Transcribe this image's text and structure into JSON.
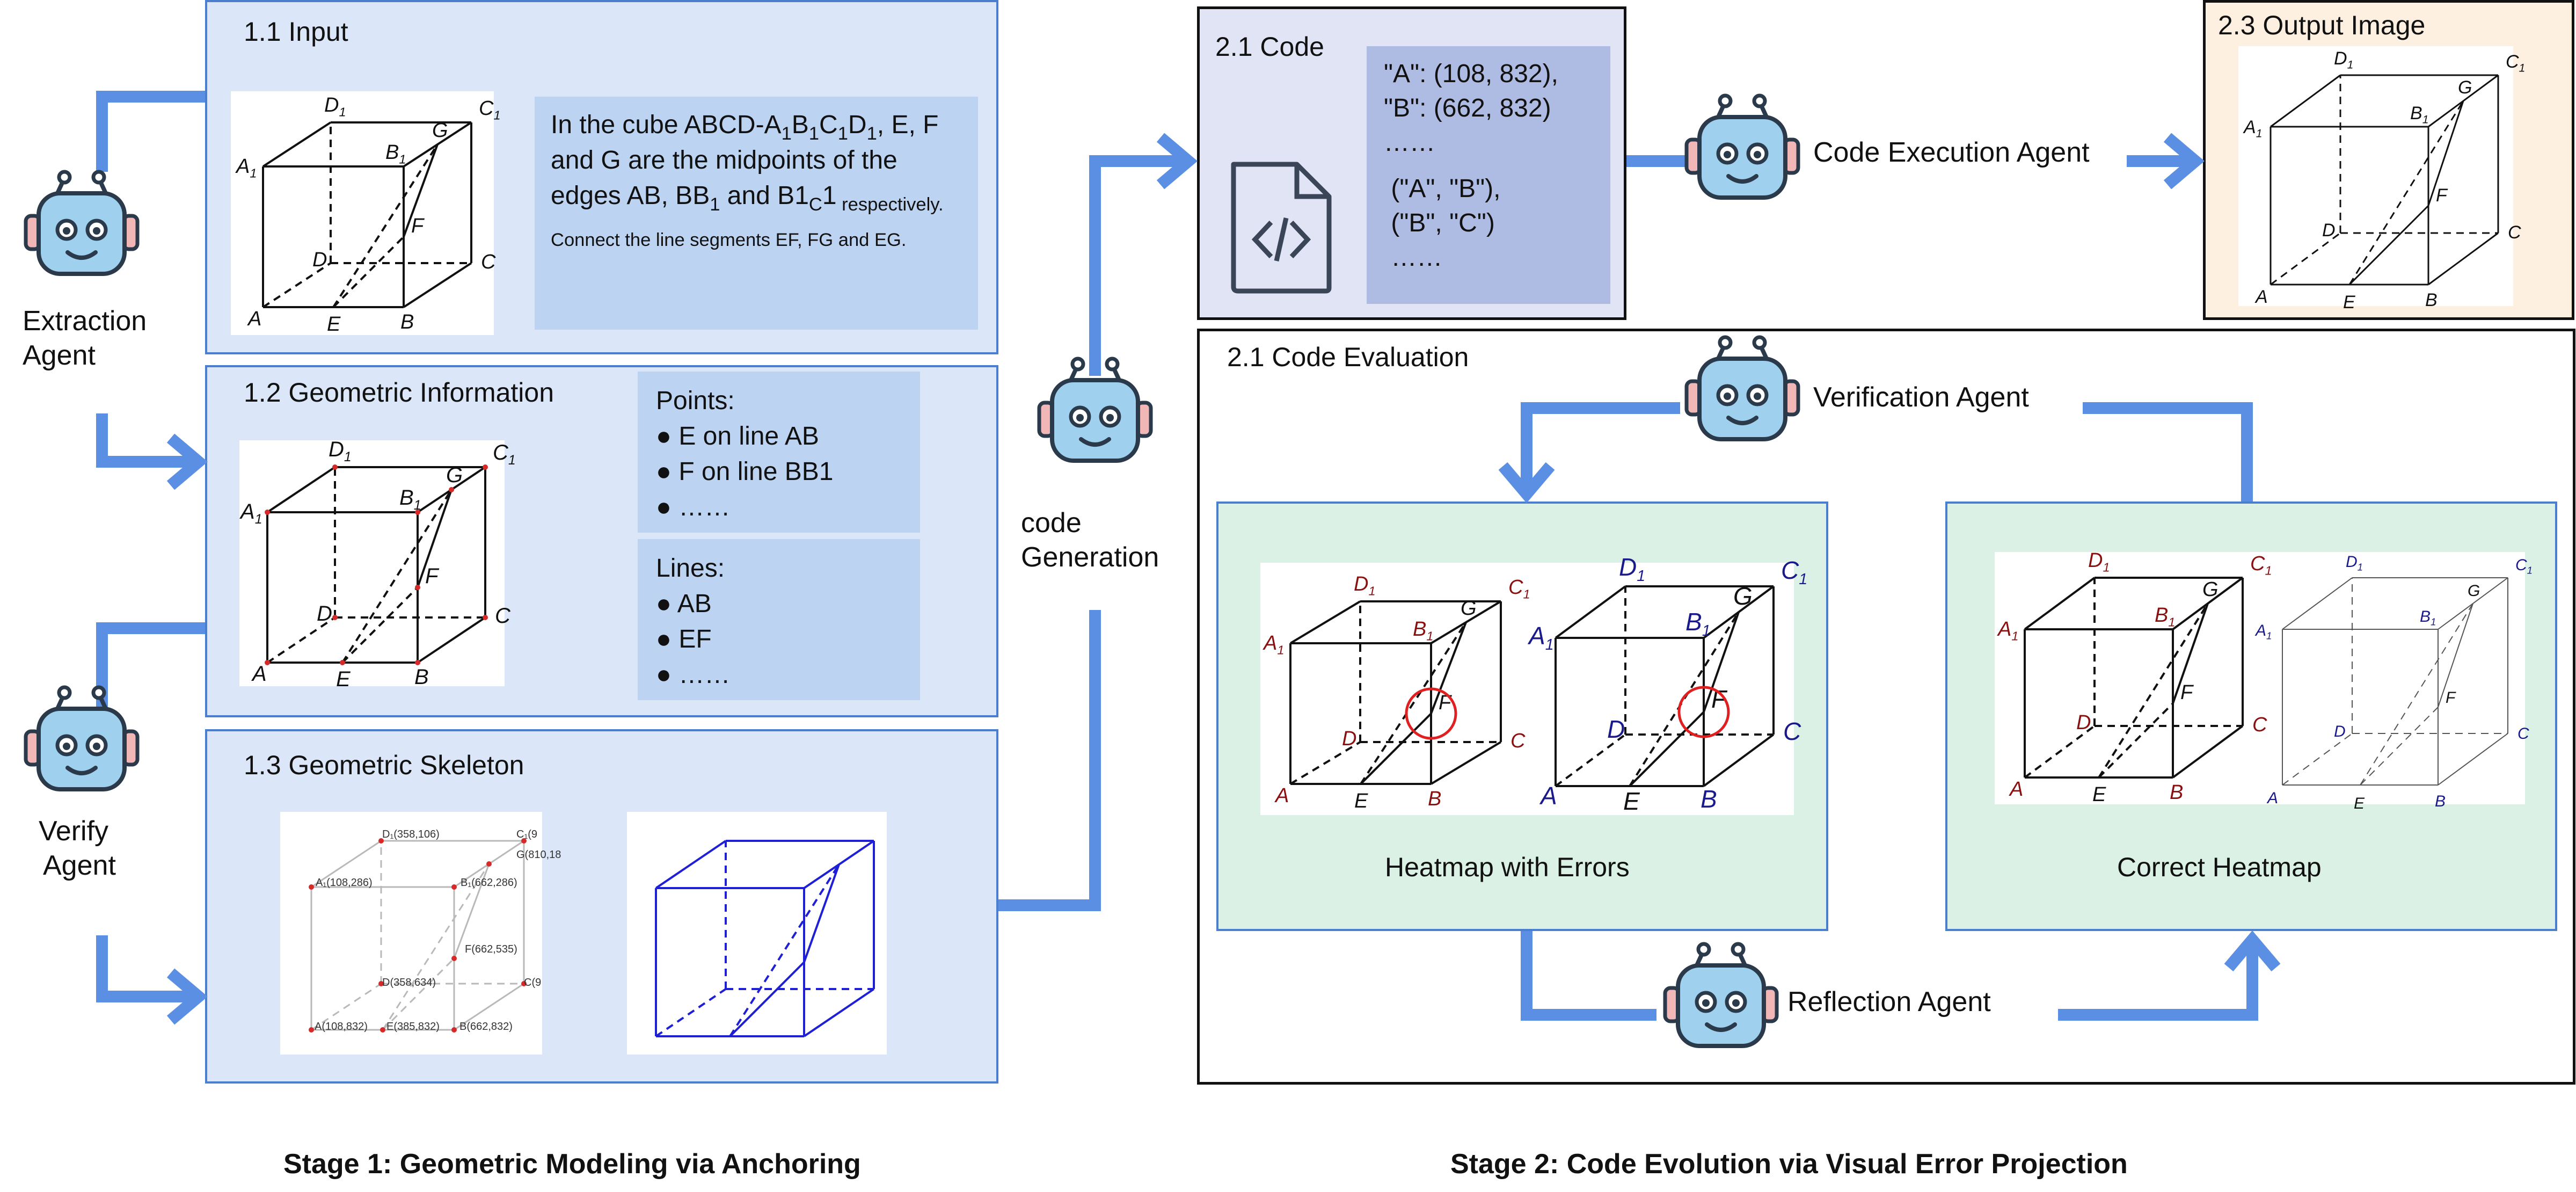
{
  "stage1": {
    "title": "Stage 1:  Geometric Modeling via Anchoring",
    "input": {
      "label": "1.1 Input",
      "problem_parts": [
        "In the cube ABCD-A",
        "1",
        "B",
        "1",
        "C",
        "1",
        "D",
        "1",
        ", E, F and G are the midpoints of the edges AB, BB",
        "1",
        " and B",
        "1",
        "C",
        "1",
        " respectively. Connect the line segments EF, FG and EG."
      ]
    },
    "geo_info": {
      "label": "1.2 Geometric Information",
      "points_title": "Points:",
      "points": [
        "E on line AB",
        "F on line BB1",
        "……"
      ],
      "lines_title": "Lines:",
      "lines": [
        "AB",
        "EF",
        "……"
      ]
    },
    "skeleton": {
      "label": "1.3 Geometric Skeleton",
      "coords": [
        "D₁(358,106)",
        "C₁(9",
        "G(810,18",
        "A₁(108,286)",
        "B₁(662,286)",
        "F(662,535)",
        "D(358,634)",
        "C(9",
        "A(108,832)",
        "E(385,832)",
        "B(662,832)"
      ]
    }
  },
  "stage2": {
    "title": "Stage 2:  Code Evolution via Visual Error Projection",
    "code": {
      "label": "2.1 Code",
      "lines_a": [
        "\"A\": (108, 832),",
        "\"B\": (662, 832)",
        "……"
      ],
      "lines_b": [
        " (\"A\", \"B\"),",
        " (\"B\", \"C\")",
        " ……"
      ]
    },
    "output": {
      "label": "2.3 Output Image"
    },
    "evaluation": {
      "label": "2.1 Code Evaluation",
      "heatmap_errors": "Heatmap with Errors",
      "correct_heatmap": "Correct Heatmap"
    }
  },
  "agents": {
    "extraction": [
      "Extraction",
      "Agent"
    ],
    "verify": [
      "Verify",
      "Agent"
    ],
    "code_gen": [
      "code",
      "Generation"
    ],
    "execution": "Code Execution Agent",
    "verification": "Verification Agent",
    "reflection": "Reflection Agent"
  },
  "cube_labels": {
    "A": "A",
    "B": "B",
    "C": "C",
    "D": "D",
    "E": "E",
    "F": "F",
    "G": "G",
    "A1": "A",
    "B1": "B",
    "C1": "C",
    "D1": "D",
    "sub": "1"
  },
  "colors": {
    "arrow": "#5b8fe3",
    "panel_fill": "#dbe7f9",
    "panel_border": "#4a7fcf",
    "card_fill": "#bcd3f2",
    "code_panel_fill": "#e1e4f4",
    "code_card_fill": "#aebbe2",
    "output_fill": "#fdf0e1",
    "heatmap_fill": "#dbf1e6",
    "robot_face": "#9fd1ef",
    "robot_dark": "#2a3a4a",
    "robot_ear": "#f1b6b6"
  }
}
